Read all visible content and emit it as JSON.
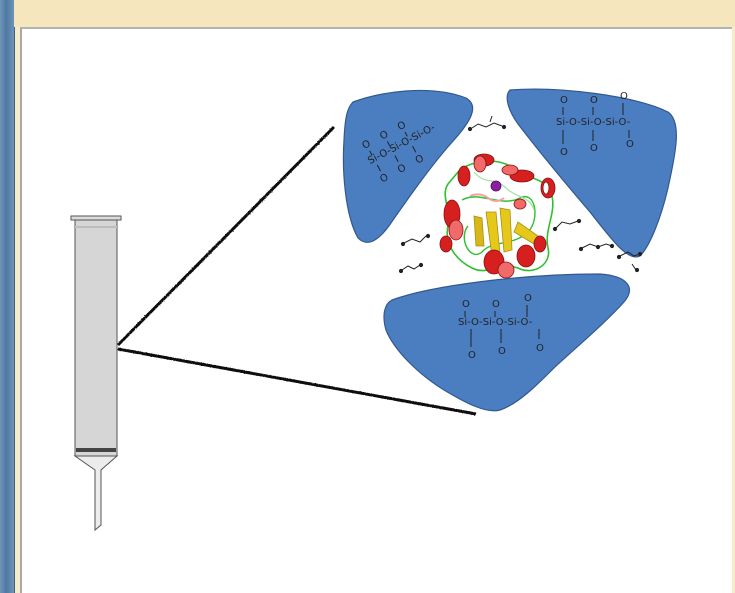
{
  "diagram": {
    "silica_particles": [
      {
        "formula": "Si-O-Si-O-Si-O-",
        "substituent": "O"
      },
      {
        "formula": "Si-O-Si-O-Si-O-",
        "substituent": "O"
      },
      {
        "formula": "Si-O-Si-O-Si-O-",
        "substituent": "O"
      }
    ],
    "colors": {
      "background": "#f7ecc8",
      "rail": "#5680a8",
      "particle_fill": "#4a7ec0",
      "particle_stroke": "#32598d",
      "protein_helix": "#d62020",
      "protein_sheet": "#e6c81a",
      "protein_coil": "#2fbf2f",
      "ligand": "#8a1fa0"
    },
    "icons": {
      "column": "chromatography-column-icon",
      "protein": "protein-ribbon-icon"
    }
  }
}
